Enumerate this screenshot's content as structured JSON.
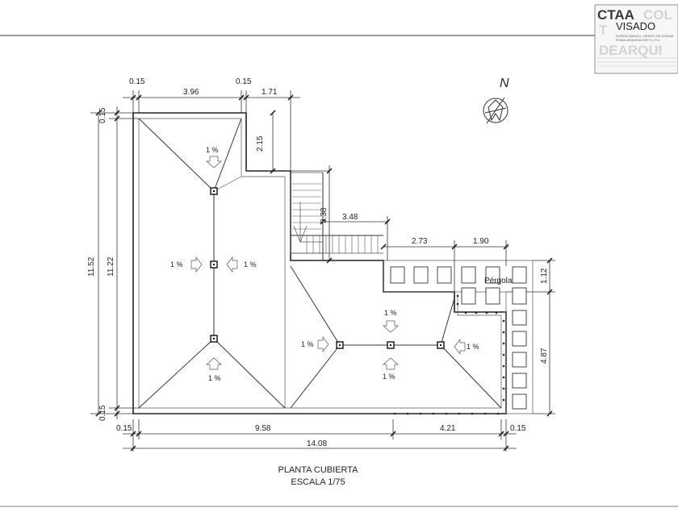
{
  "stamp": {
    "org_a": "CTAA",
    "org_b": "COL",
    "status": "VISADO",
    "line1": "DORRA MANUEL VIRIATO DE DORMA",
    "line2": "ROMA ARQUIDACOR S.L.P.U.",
    "watermark": "DEARQUI",
    "ghost": "T"
  },
  "north": {
    "label": "N"
  },
  "caption": {
    "title": "PLANTA CUBIERTA",
    "scale": "ESCALA 1/75"
  },
  "labels": {
    "pergola": "Pérgola"
  },
  "dimensions": {
    "top_0_15_a": "0.15",
    "top_3_96": "3.96",
    "top_0_15_b": "0.15",
    "top_1_71": "1.71",
    "v_2_15": "2.15",
    "v_3_38": "3.38",
    "h_3_48": "3.48",
    "h_2_73": "2.73",
    "h_1_90": "1.90",
    "v_1_12": "1.12",
    "v_4_87": "4.87",
    "left_11_52": "11.52",
    "left_11_22": "11.22",
    "left_0_15_top": "0.15",
    "left_0_15_bot": "0.15",
    "bot_0_15_a": "0.15",
    "bot_9_58": "9.58",
    "bot_4_21": "4.21",
    "bot_0_15_b": "0.15",
    "bot_14_08": "14.08"
  },
  "slopes": {
    "s1": "1 %",
    "s2": "1 %",
    "s3": "1 %",
    "s4": "1 %",
    "s5": "1 %",
    "s6": "1 %",
    "s7": "1 %",
    "s8": "1 %"
  }
}
